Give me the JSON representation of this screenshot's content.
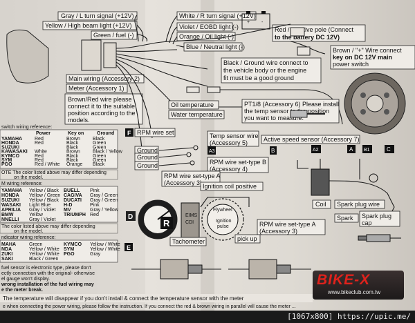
{
  "header_labels": {
    "gray_l_turn": "Gray / L turn signal (+12V)",
    "yellow_high_beam": "Yellow / High beam light (+12V)",
    "green_fuel": "Green / fuel (-)",
    "white_r_turn": "White / R turn signal (+12V)",
    "violet_eobd": "Violet / EOBD light (-)",
    "orange_oil": "Orange / Oil light (-)",
    "blue_neutral": "Blue / Neutral light (-)",
    "red_positive_1": "Red / Positive pole (Connect",
    "red_positive_2": "to the battery DC 12V)",
    "brown_plus_1": "Brown / \"+\" Wire connect",
    "brown_plus_2": "key on DC 12V main",
    "brown_plus_3": "power switch",
    "black_ground_1": "Black / Ground wire connect to",
    "black_ground_2": "the vehicle body or the engine",
    "black_ground_3": "fit must be a good ground",
    "main_wiring": "Main wiring (Accessory 2)",
    "meter": "Meter (Accessory 1)",
    "brown_red_1": "Brown/Red wire  please",
    "brown_red_2": "connect it to the suitable",
    "brown_red_3": "position according to the",
    "brown_red_4": "models.",
    "oil_temp": "Oil temperature",
    "water_temp": "Water temperature",
    "pt18_1": "PT1/8 (Accessory 6) Please install",
    "pt18_2": "the temp sensor to the position",
    "pt18_3": "you want to measure.",
    "temp_sensor_1": "Temp sensor wire",
    "temp_sensor_2": "(Accessory 5)",
    "active_speed": "Active speed sensor (Accessory 7)",
    "rpm_wire_set": "RPM wire set",
    "ground_1": "Ground",
    "ground_2": "Ground",
    "ground_3": "Ground",
    "rpm_type_b_1": "RPM wire set-type B",
    "rpm_type_b_2": "(Accessory 4)",
    "rpm_type_a_1": "RPM wire set-type A",
    "rpm_type_a_2": "(Accessory 3)",
    "ignition_coil": "Ignition coil positive",
    "rpm_type_a2_1": "RPM wire set-type A",
    "rpm_type_a2_2": "(Accessory 3)",
    "tachometer": "Tachometer",
    "pick_up": "pick up",
    "coil": "Coil",
    "spark_plug_wire": "Spark plug wire",
    "spark": "Spark",
    "spark_plug_cap_1": "Spark plug",
    "spark_plug_cap_2": "cap",
    "flywheel": "Flywheel",
    "ignition_pulse_1": "Ignition",
    "ignition_pulse_2": "pulse",
    "eims_cdi_1": "EIMS",
    "eims_cdi_2": "CDI",
    "letter_f": "F",
    "letter_d": "D",
    "letter_e": "E",
    "tag_a3": "A3",
    "tag_b": "B",
    "tag_a2": "A2",
    "tag_a": "A",
    "tag_b1": "B1",
    "tag_c": "C",
    "r_badge": "R"
  },
  "left_panel": {
    "switch_wiring_ref": "switch wiring reference:",
    "col_power": "Power",
    "col_keyon": "Key on",
    "col_ground": "Ground",
    "switch_rows": [
      [
        "YAMAHA",
        "Red",
        "Brown",
        "Black"
      ],
      [
        "HONDA",
        "Red",
        "Black",
        "Green"
      ],
      [
        "SUZUKI",
        "",
        "Black",
        "Green"
      ],
      [
        "KAWASAKI",
        "White",
        "Brown",
        "Black / Yellow"
      ],
      [
        "KYMCO",
        "Red",
        "Black",
        "Green"
      ],
      [
        "SYM",
        "Red",
        "Black",
        "Green"
      ],
      [
        "PGO",
        "Red / White",
        "Orange",
        "Black"
      ]
    ],
    "note1_1": "OTE The color listed above may differ depending",
    "note1_2": "on the model.",
    "fuel_ref": "M wiring reference:",
    "fuel_rows": [
      [
        "YAMAHA",
        "Yellow / Black",
        "BUELL",
        "Pink"
      ],
      [
        "HONDA",
        "Yellow / Green",
        "CAGIVA",
        "Gray / Green"
      ],
      [
        "SUZUKI",
        "Yellow / Black",
        "DUCATI",
        "Gray / Green"
      ],
      [
        "WASAKI",
        "Light Blue",
        "H-D",
        "Pink"
      ],
      [
        "APRILIA",
        "Gray / Violet",
        "MV",
        "Gray / Yellow"
      ],
      [
        "BMW",
        "Yellow",
        "TRIUMPH",
        "Red"
      ],
      [
        "NNELLI",
        "Gray / Violet",
        "",
        ""
      ]
    ],
    "note2_1": "The color listed above may differ depending",
    "note2_2": "on the model.",
    "indicator_ref": "ndicator wiring reference:",
    "indicator_rows": [
      [
        "MAHA",
        "Green",
        "KYMCO",
        "Yellow / White"
      ],
      [
        "NDA",
        "Yellow / White",
        "SYM",
        "Yellow / White"
      ],
      [
        "ZUKI",
        "Yellow / White",
        "PGO",
        "Gray"
      ],
      [
        "SAKI",
        "Black / Green",
        "",
        ""
      ]
    ],
    "fuel_note_1": "fuel sensor is electronic type, please don't",
    "fuel_note_2": "ectly connection with the original- otherwise",
    "fuel_note_3": "el gauge won't display.",
    "fuel_note_4": "wrong installation of the fuel wiring may",
    "fuel_note_5": "e the meter break.",
    "bottom_note": "The temperature will disappear if you don't install & connect the temperature sensor with the meter",
    "bottom_note2": "e when connecting the power wiring, please follow the instruction. If you connect the red & brown wiring in parallel will cause the meter ..."
  },
  "brand": {
    "logo": "BIKE-X",
    "url": "www.bikeclub.com.tw"
  },
  "footer": {
    "dims": "[1067x800]",
    "url": "https://upic.me/"
  }
}
